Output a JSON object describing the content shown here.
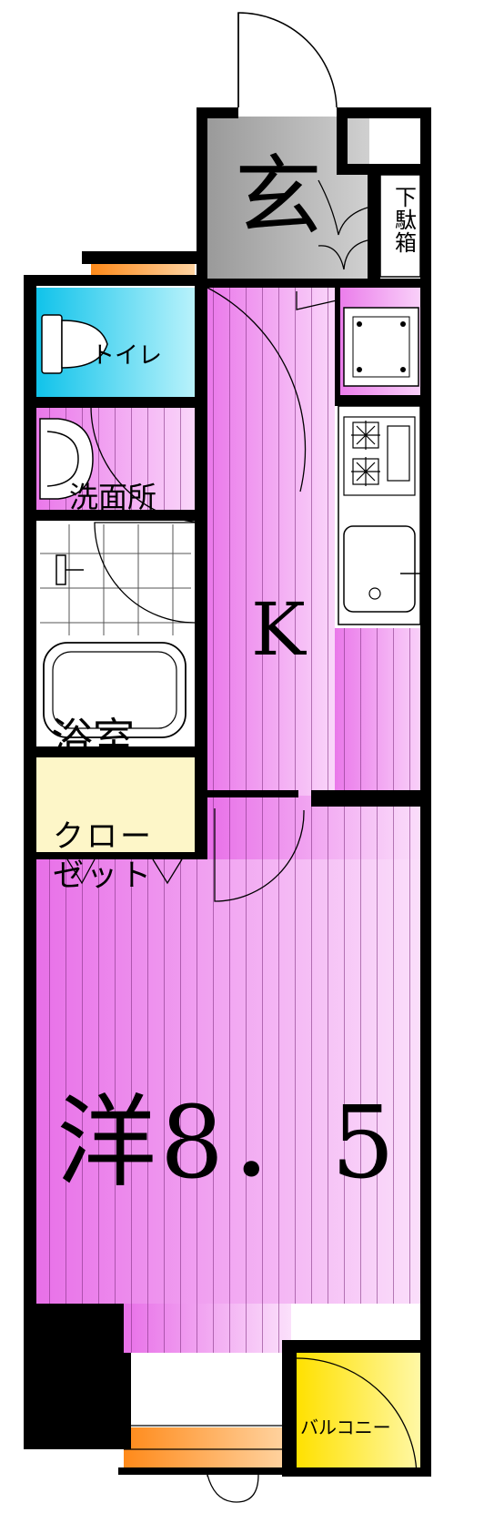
{
  "rooms": {
    "genkan": "玄",
    "getabako": "下駄箱",
    "toilet": "トイレ",
    "senmenjo": "洗面所",
    "kitchen": "K",
    "yokushitsu": "浴室",
    "closet": "クロー\nゼット",
    "western_room": "洋8．5",
    "balcony": "バルコニー"
  },
  "colors": {
    "wall": "#000000",
    "floor_pink": "#ee88ee",
    "floor_pink_light": "#f7c6f7",
    "genkan_gray": "#a9a9a9",
    "toilet_cyan": "#22ccee",
    "closet_cream": "#fdf6c8",
    "balcony_yellow": "#ffee22",
    "window_orange": "#ff9933"
  }
}
